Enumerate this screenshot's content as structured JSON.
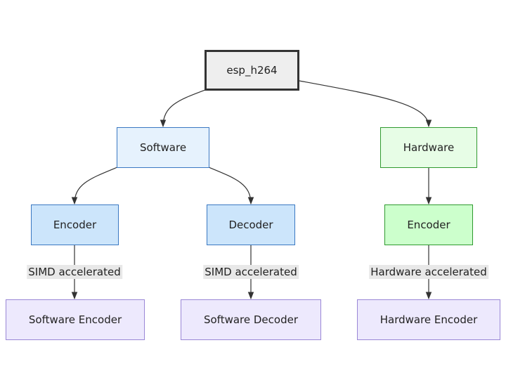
{
  "nodes": {
    "root": "esp_h264",
    "software": "Software",
    "hardware": "Hardware",
    "sw_encoder": "Encoder",
    "sw_decoder": "Decoder",
    "hw_encoder": "Encoder",
    "software_encoder": "Software Encoder",
    "software_decoder": "Software Decoder",
    "hardware_encoder": "Hardware Encoder"
  },
  "edge_labels": {
    "sw_encoder_to_software_encoder": "SIMD accelerated",
    "sw_decoder_to_software_decoder": "SIMD accelerated",
    "hw_encoder_to_hardware_encoder": "Hardware accelerated"
  },
  "colors": {
    "edge": "#333333",
    "root_fill": "#eeeeee",
    "software_fill": "#e6f2fd",
    "software_child_fill": "#cce5fb",
    "software_border": "#3a78c2",
    "hardware_fill": "#e7fde6",
    "hardware_child_fill": "#ccffcc",
    "hardware_border": "#2f9a2f",
    "leaf_fill": "#ede9fd",
    "leaf_border": "#9a87d6",
    "edge_label_bg": "#e8e8e8"
  }
}
